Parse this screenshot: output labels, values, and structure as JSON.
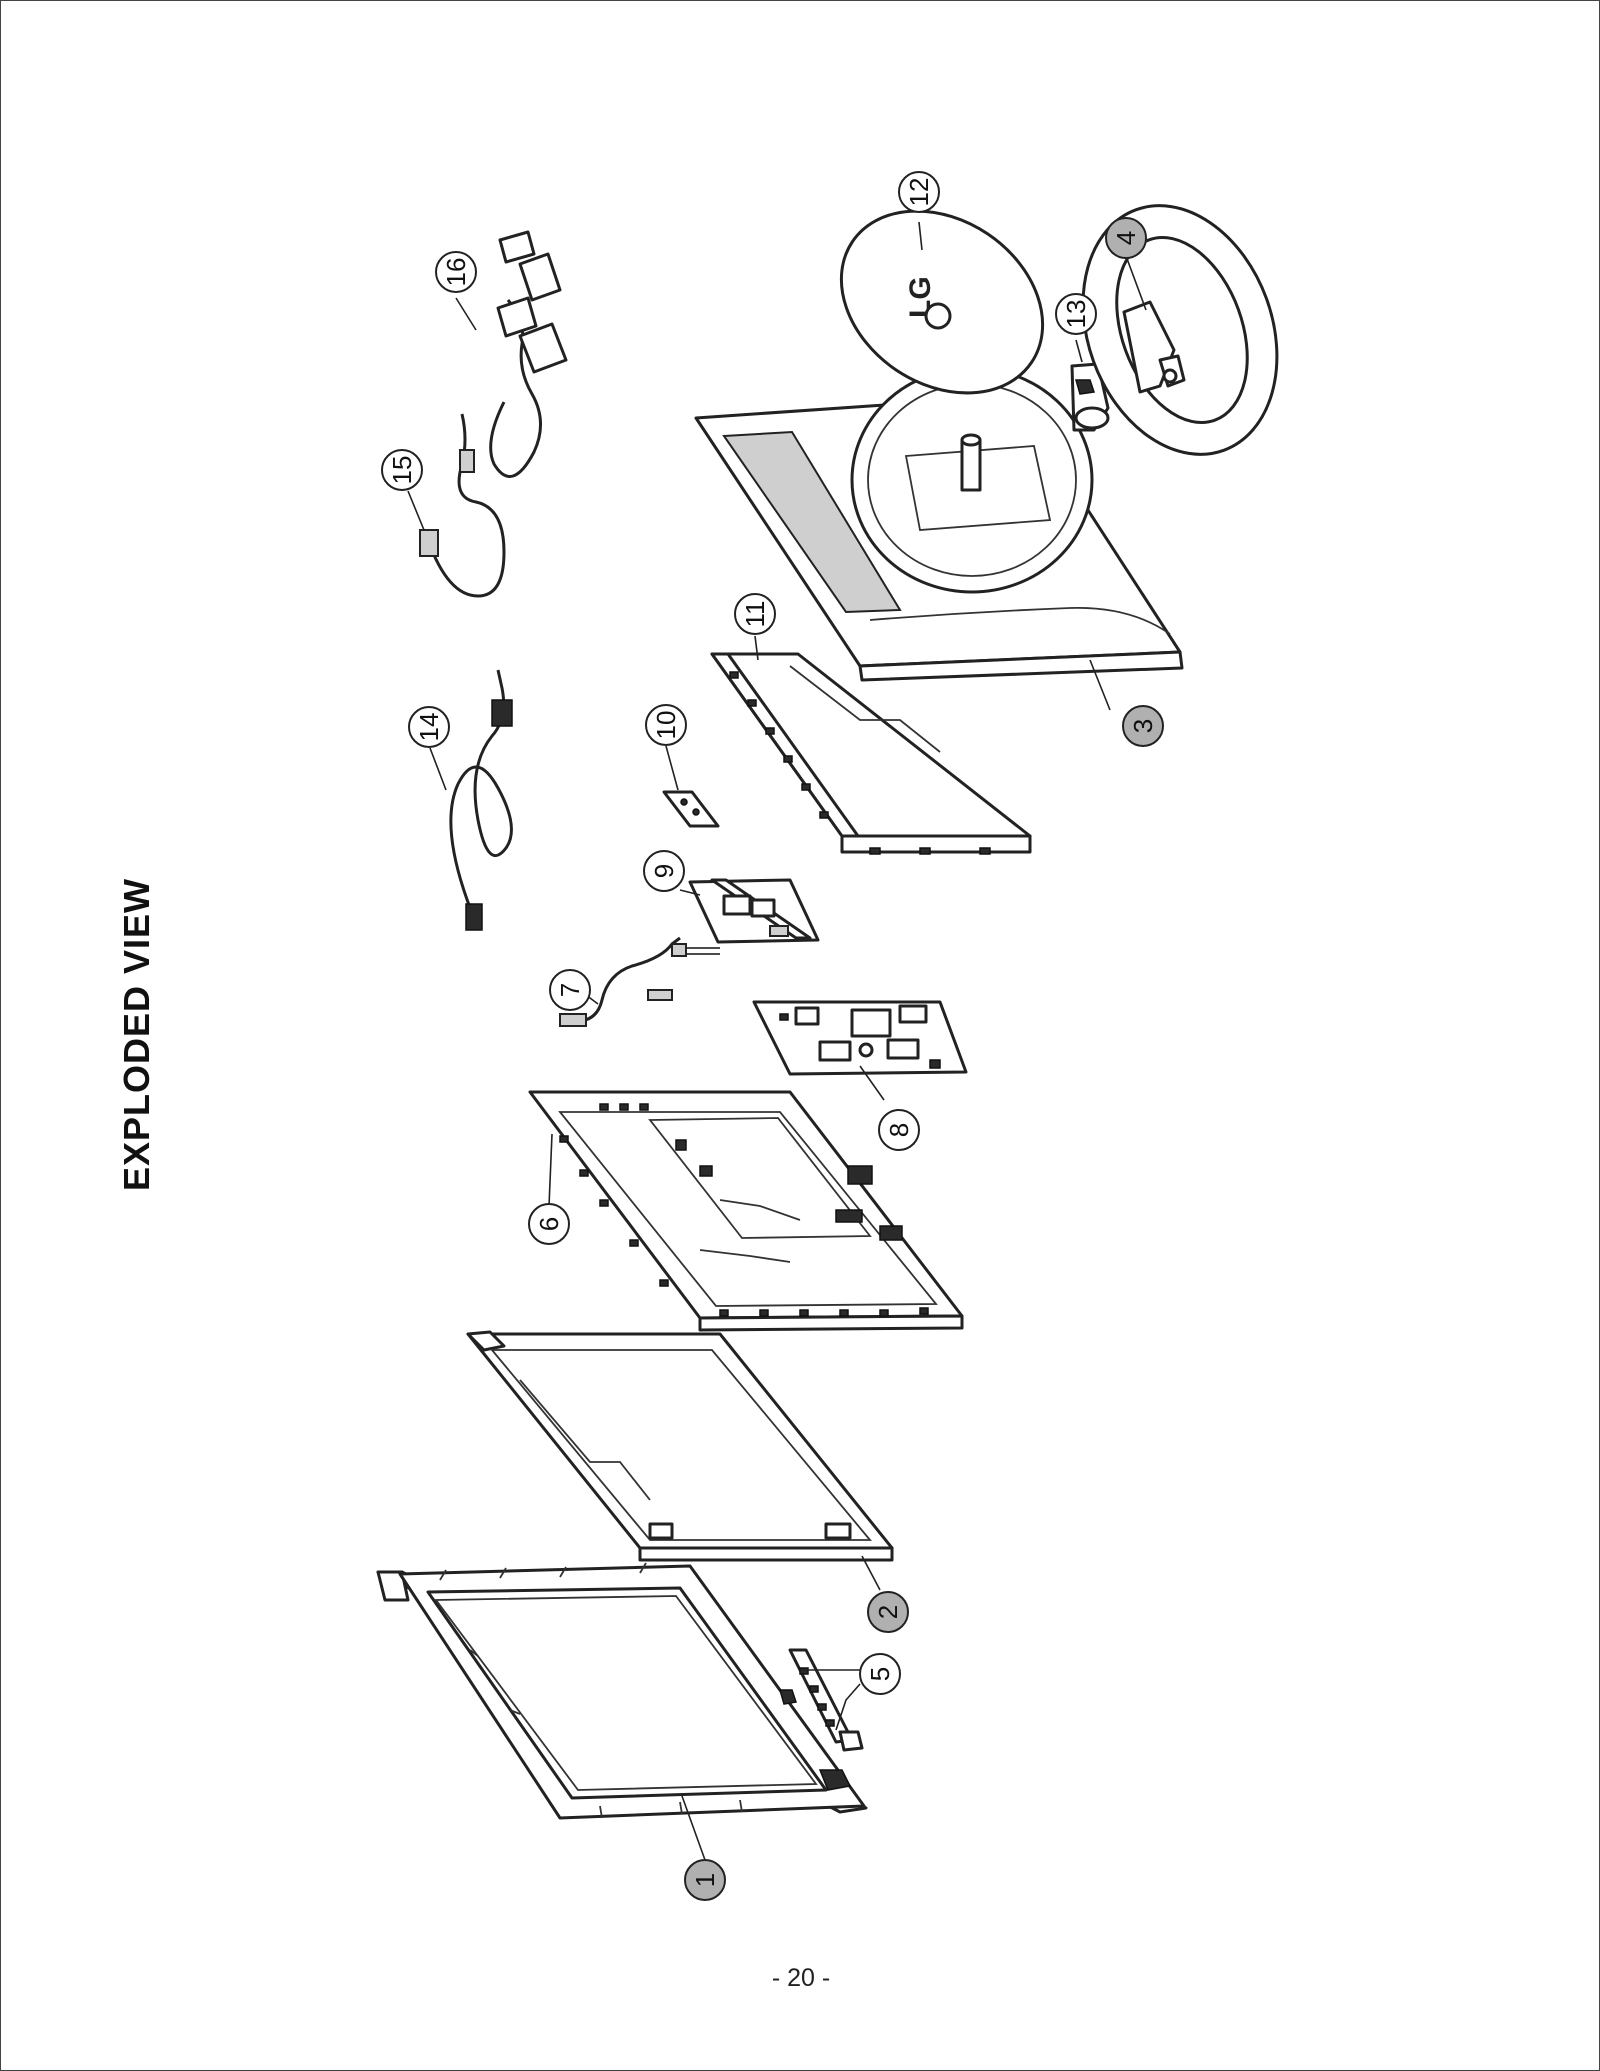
{
  "title": "EXPLODED VIEW",
  "page_number": "- 20 -",
  "callouts": [
    {
      "label": "1",
      "shaded": true
    },
    {
      "label": "2",
      "shaded": true
    },
    {
      "label": "3",
      "shaded": true
    },
    {
      "label": "4",
      "shaded": true
    },
    {
      "label": "5",
      "shaded": false
    },
    {
      "label": "6",
      "shaded": false
    },
    {
      "label": "7",
      "shaded": false
    },
    {
      "label": "8",
      "shaded": false
    },
    {
      "label": "9",
      "shaded": false
    },
    {
      "label": "10",
      "shaded": false
    },
    {
      "label": "11",
      "shaded": false
    },
    {
      "label": "12",
      "shaded": false
    },
    {
      "label": "13",
      "shaded": false
    },
    {
      "label": "14",
      "shaded": false
    },
    {
      "label": "15",
      "shaded": false
    },
    {
      "label": "16",
      "shaded": false
    }
  ],
  "logo_text": "LG",
  "colors": {
    "shaded_callout": "#b0b0b0",
    "plain_callout": "#ffffff",
    "line": "#222222"
  }
}
